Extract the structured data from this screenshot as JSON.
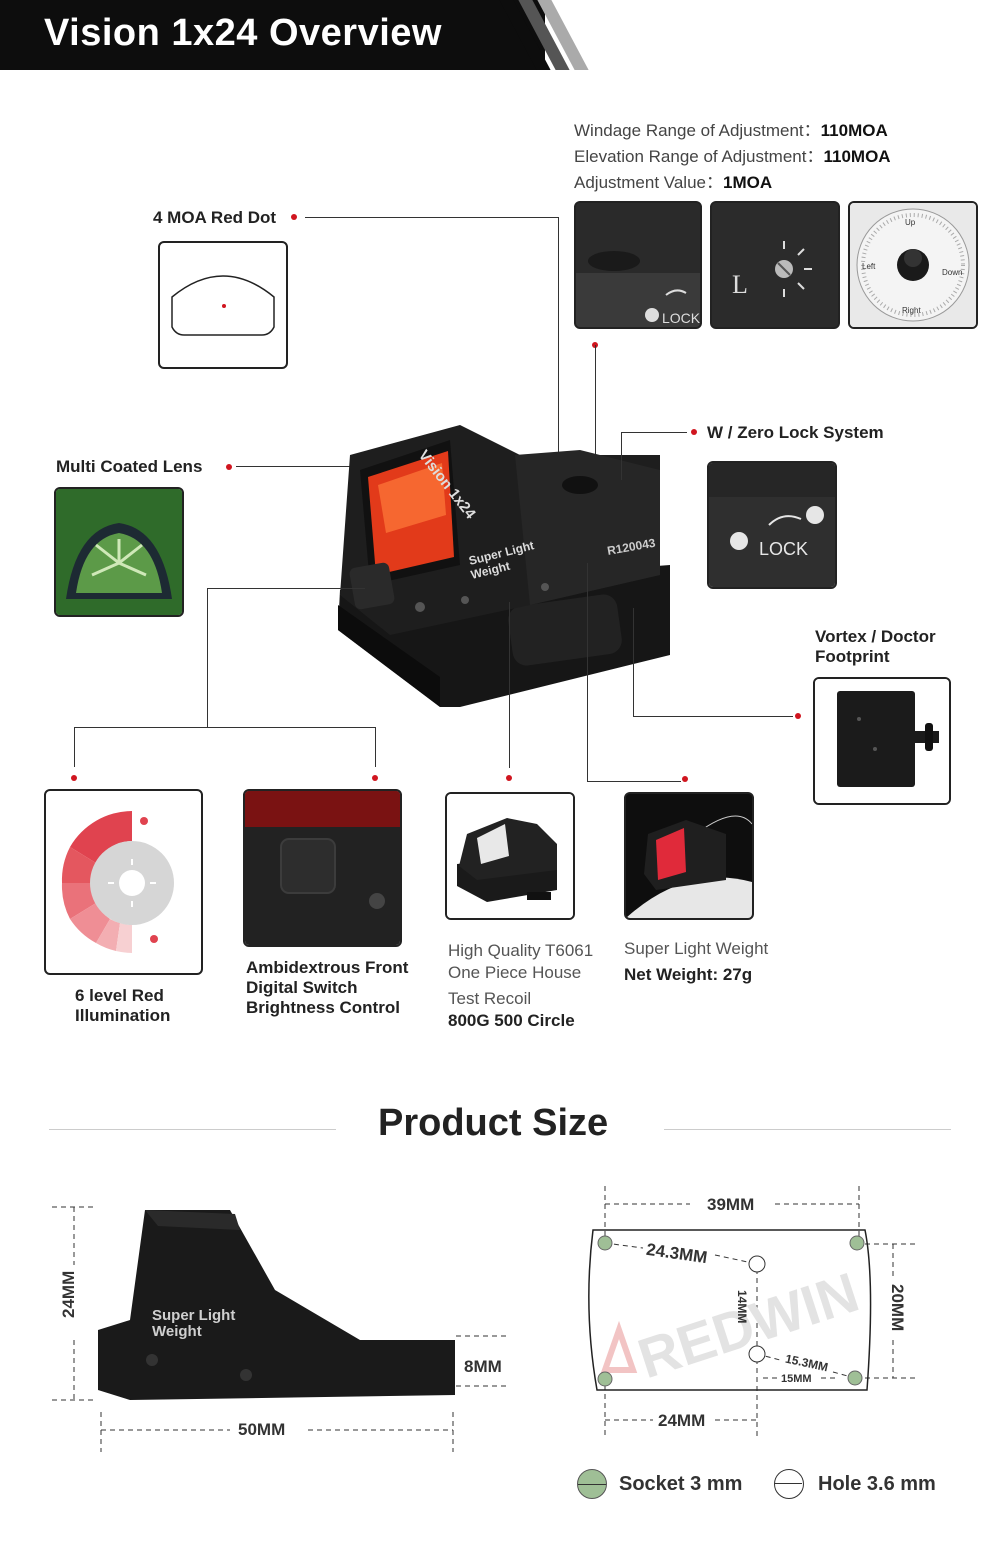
{
  "header": {
    "title": "Vision 1x24 Overview"
  },
  "specs": [
    {
      "label": "Windage Range of Adjustment：",
      "value": "110MOA"
    },
    {
      "label": "Elevation Range of Adjustment：",
      "value": "110MOA"
    },
    {
      "label": "Adjustment Value：",
      "value": "1MOA"
    }
  ],
  "features": {
    "red_dot": "4 MOA Red Dot",
    "lens": "Multi Coated Lens",
    "zero_lock": "W / Zero Lock System",
    "footprint_line1": "Vortex / Doctor",
    "footprint_line2": "Footprint",
    "illumination_line1": "6 level Red",
    "illumination_line2": "Illumination",
    "switch_line1": "Ambidextrous Front",
    "switch_line2": "Digital Switch",
    "switch_line3": "Brightness Control",
    "housing_line1": "High Quality T6061",
    "housing_line2": "One Piece House",
    "recoil_line1": "Test Recoil",
    "recoil_line2": "800G  500 Circle",
    "weight_line1": "Super Light Weight",
    "weight_line2": "Net Weight: 27g"
  },
  "product_text": {
    "model_print": "Vision 1x24",
    "serial": "R120043",
    "body_print_1": "Super Light",
    "body_print_2": "Weight",
    "lock_text": "LOCK",
    "knob_letter": "L",
    "dial_up": "Up",
    "dial_down": "Down",
    "dial_left": "Left",
    "dial_right": "Right"
  },
  "product_size": {
    "title": "Product Size",
    "side_height": "24MM",
    "side_length": "50MM",
    "side_mount_height": "8MM",
    "plate_width": "39MM",
    "plate_height": "20MM",
    "diagonal": "24.3MM",
    "hole_vertical": "14MM",
    "short_diagonal": "15.3MM",
    "edge_offset": "15MM",
    "bottom_width": "24MM",
    "watermark": "REDWIN"
  },
  "legend": {
    "socket": "Socket  3 mm",
    "hole": "Hole 3.6 mm"
  },
  "colors": {
    "accent_red": "#d0151f",
    "header_bg": "#0d0d0d",
    "socket_green": "#9fbf96"
  }
}
